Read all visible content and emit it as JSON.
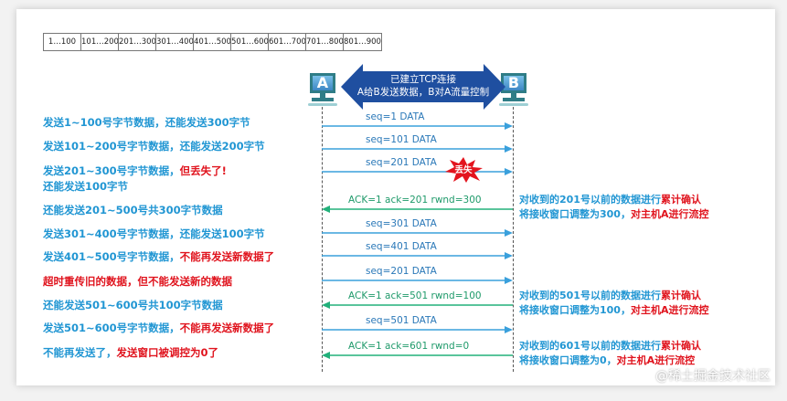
{
  "seq_ranges": [
    "1…100",
    "101…200",
    "201…300",
    "301…400",
    "401…500",
    "501…600",
    "601…700",
    "701…800",
    "801…900"
  ],
  "hosts": {
    "a": "A",
    "b": "B"
  },
  "connection": {
    "line1": "已建立TCP连接",
    "line2": "A给B发送数据，B对A流量控制"
  },
  "left_labels": [
    {
      "parts": [
        {
          "text": "发送1~100号字节数据，还能发送300字节",
          "color": "blue"
        }
      ]
    },
    {
      "parts": [
        {
          "text": "发送101~200号字节数据，还能发送200字节",
          "color": "blue"
        }
      ]
    },
    {
      "parts": [
        {
          "text": "发送201~300号字节数据，",
          "color": "blue"
        },
        {
          "text": "但丢失了!",
          "color": "red"
        }
      ]
    },
    {
      "parts": [
        {
          "text": "还能发送100字节",
          "color": "blue"
        }
      ]
    },
    {
      "parts": [
        {
          "text": "还能发送201~500号共300字节数据",
          "color": "blue"
        }
      ]
    },
    {
      "parts": [
        {
          "text": "发送301~400号字节数据，还能发送100字节",
          "color": "blue"
        }
      ]
    },
    {
      "parts": [
        {
          "text": "发送401~500号字节数据，",
          "color": "blue"
        },
        {
          "text": "不能再发送新数据了",
          "color": "red"
        }
      ]
    },
    {
      "parts": [
        {
          "text": "超时重传旧的数据，但不能发送新的数据",
          "color": "red"
        }
      ]
    },
    {
      "parts": [
        {
          "text": "还能发送501~600号共100字节数据",
          "color": "blue"
        }
      ]
    },
    {
      "parts": [
        {
          "text": "发送501~600号字节数据，",
          "color": "blue"
        },
        {
          "text": "不能再发送新数据了",
          "color": "red"
        }
      ]
    },
    {
      "parts": [
        {
          "text": "不能再发送了，",
          "color": "blue"
        },
        {
          "text": "发送窗口被调控为0了",
          "color": "red"
        }
      ]
    }
  ],
  "messages": [
    {
      "label": "seq=1   DATA",
      "dir": "right",
      "lost": false
    },
    {
      "label": "seq=101   DATA",
      "dir": "right",
      "lost": false
    },
    {
      "label": "seq=201   DATA",
      "dir": "right",
      "lost": true
    },
    {
      "label": "ACK=1   ack=201   rwnd=300",
      "dir": "left",
      "lost": false
    },
    {
      "label": "seq=301   DATA",
      "dir": "right",
      "lost": false
    },
    {
      "label": "seq=401   DATA",
      "dir": "right",
      "lost": false
    },
    {
      "label": "seq=201   DATA",
      "dir": "right",
      "lost": false
    },
    {
      "label": "ACK=1   ack=501   rwnd=100",
      "dir": "left",
      "lost": false
    },
    {
      "label": "seq=501   DATA",
      "dir": "right",
      "lost": false
    },
    {
      "label": "ACK=1   ack=601   rwnd=0",
      "dir": "left",
      "lost": false
    }
  ],
  "lost_label": "丢失",
  "right_notes": [
    {
      "line1": [
        {
          "text": "对收到的201号以前的数据进行",
          "color": "blue"
        },
        {
          "text": "累计确认",
          "color": "red"
        }
      ],
      "line2": [
        {
          "text": "将接收窗口调整为300，",
          "color": "blue"
        },
        {
          "text": "对主机A进行流控",
          "color": "red"
        }
      ]
    },
    {
      "line1": [
        {
          "text": "对收到的501号以前的数据进行",
          "color": "blue"
        },
        {
          "text": "累计确认",
          "color": "red"
        }
      ],
      "line2": [
        {
          "text": "将接收窗口调整为100，",
          "color": "blue"
        },
        {
          "text": "对主机A进行流控",
          "color": "red"
        }
      ]
    },
    {
      "line1": [
        {
          "text": "对收到的601号以前的数据进行",
          "color": "blue"
        },
        {
          "text": "累计确认",
          "color": "red"
        }
      ],
      "line2": [
        {
          "text": "将接收窗口调整为0，",
          "color": "blue"
        },
        {
          "text": "对主机A进行流控",
          "color": "red"
        }
      ]
    }
  ],
  "watermark": "@稀土掘金技术社区",
  "colors": {
    "blue": "#2196d3",
    "red": "#e0141e",
    "data_arrow": "#3aa0dc",
    "ack_arrow": "#22b07a",
    "conn_fill": "#1f4fa0",
    "lost_burst": "#e3141e"
  }
}
